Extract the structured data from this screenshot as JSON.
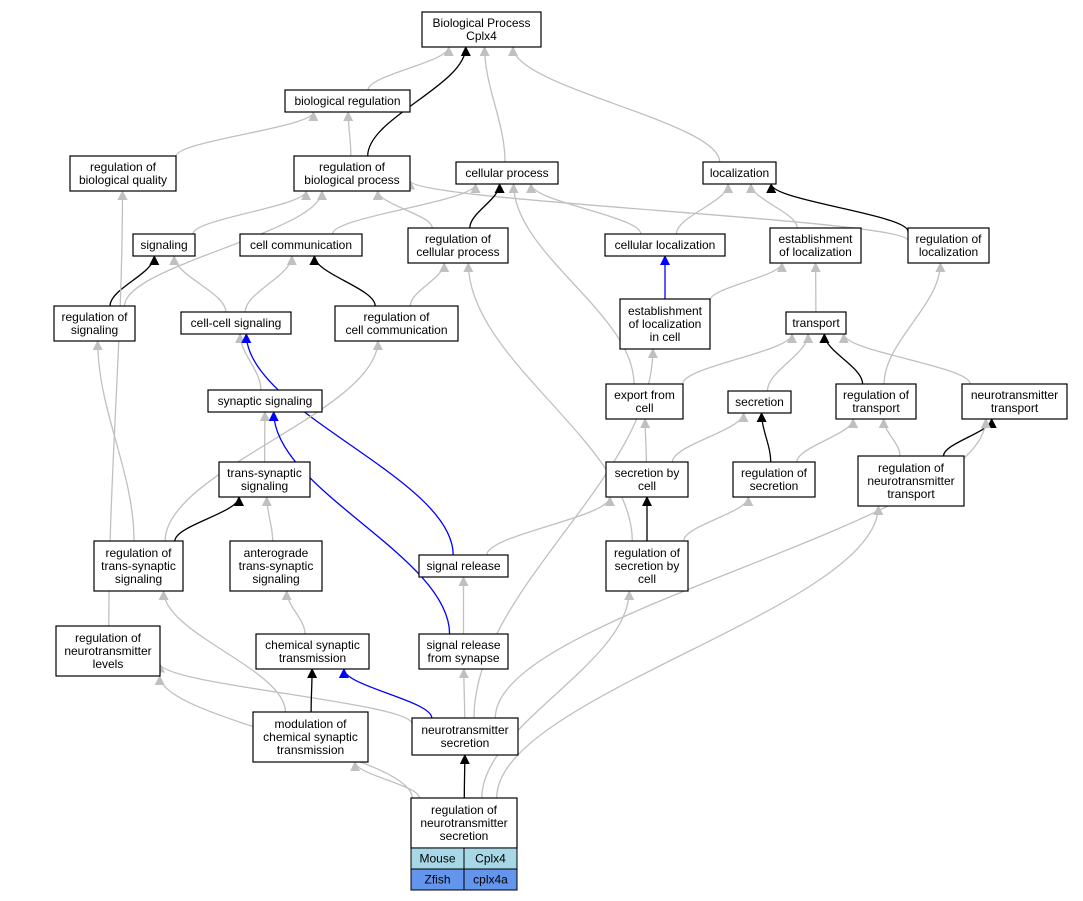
{
  "colors": {
    "gray_edge": "#c0c0c0",
    "black_edge": "#000000",
    "blue_edge": "#0000ff",
    "mouse_bg": "#a8d8e8",
    "zfish_bg": "#6495ed"
  },
  "nodes": [
    {
      "id": "bp",
      "lines": [
        "Biological Process",
        "Cplx4"
      ]
    },
    {
      "id": "bioreg",
      "lines": [
        "biological regulation"
      ]
    },
    {
      "id": "regbioq",
      "lines": [
        "regulation of",
        "biological quality"
      ]
    },
    {
      "id": "regbiop",
      "lines": [
        "regulation of",
        "biological process"
      ]
    },
    {
      "id": "cellproc",
      "lines": [
        "cellular process"
      ]
    },
    {
      "id": "local",
      "lines": [
        "localization"
      ]
    },
    {
      "id": "signaling",
      "lines": [
        "signaling"
      ]
    },
    {
      "id": "cellcomm",
      "lines": [
        "cell communication"
      ]
    },
    {
      "id": "regcellp",
      "lines": [
        "regulation of",
        "cellular process"
      ]
    },
    {
      "id": "cellloc",
      "lines": [
        "cellular localization"
      ]
    },
    {
      "id": "estloc",
      "lines": [
        "establishment",
        "of localization"
      ]
    },
    {
      "id": "regloc",
      "lines": [
        "regulation of",
        "localization"
      ]
    },
    {
      "id": "regsig",
      "lines": [
        "regulation of",
        "signaling"
      ]
    },
    {
      "id": "ccsig",
      "lines": [
        "cell-cell signaling"
      ]
    },
    {
      "id": "regcc",
      "lines": [
        "regulation of",
        "cell communication"
      ]
    },
    {
      "id": "estlocc",
      "lines": [
        "establishment",
        "of localization",
        "in cell"
      ]
    },
    {
      "id": "transport",
      "lines": [
        "transport"
      ]
    },
    {
      "id": "synsig",
      "lines": [
        "synaptic signaling"
      ]
    },
    {
      "id": "export",
      "lines": [
        "export from",
        "cell"
      ]
    },
    {
      "id": "secretion",
      "lines": [
        "secretion"
      ]
    },
    {
      "id": "regtrans",
      "lines": [
        "regulation of",
        "transport"
      ]
    },
    {
      "id": "ntt",
      "lines": [
        "neurotransmitter",
        "transport"
      ]
    },
    {
      "id": "tss",
      "lines": [
        "trans-synaptic",
        "signaling"
      ]
    },
    {
      "id": "secbc",
      "lines": [
        "secretion by",
        "cell"
      ]
    },
    {
      "id": "regsec",
      "lines": [
        "regulation of",
        "secretion"
      ]
    },
    {
      "id": "regntt",
      "lines": [
        "regulation of",
        "neurotransmitter",
        "transport"
      ]
    },
    {
      "id": "regtss",
      "lines": [
        "regulation of",
        "trans-synaptic",
        "signaling"
      ]
    },
    {
      "id": "atss",
      "lines": [
        "anterograde",
        "trans-synaptic",
        "signaling"
      ]
    },
    {
      "id": "sigrel",
      "lines": [
        "signal release"
      ]
    },
    {
      "id": "regsecbc",
      "lines": [
        "regulation of",
        "secretion by",
        "cell"
      ]
    },
    {
      "id": "regntl",
      "lines": [
        "regulation of",
        "neurotransmitter",
        "levels"
      ]
    },
    {
      "id": "chemsyn",
      "lines": [
        "chemical synaptic",
        "transmission"
      ]
    },
    {
      "id": "sigrelsyn",
      "lines": [
        "signal release",
        "from synapse"
      ]
    },
    {
      "id": "modchem",
      "lines": [
        "modulation of",
        "chemical synaptic",
        "transmission"
      ]
    },
    {
      "id": "nts",
      "lines": [
        "neurotransmitter",
        "secretion"
      ]
    },
    {
      "id": "regnts",
      "lines": [
        "regulation of",
        "neurotransmitter",
        "secretion"
      ]
    }
  ],
  "legend": [
    {
      "species": "Mouse",
      "gene": "Cplx4",
      "color": "#a8d8e8"
    },
    {
      "species": "Zfish",
      "gene": "cplx4a",
      "color": "#6495ed"
    }
  ],
  "edges": [
    {
      "from": "bioreg",
      "to": "bp",
      "color": "gray"
    },
    {
      "from": "regbiop",
      "to": "bp",
      "color": "black"
    },
    {
      "from": "cellproc",
      "to": "bp",
      "color": "gray"
    },
    {
      "from": "local",
      "to": "bp",
      "color": "gray"
    },
    {
      "from": "regbioq",
      "to": "bioreg",
      "color": "gray"
    },
    {
      "from": "regbiop",
      "to": "bioreg",
      "color": "gray"
    },
    {
      "from": "signaling",
      "to": "regbiop",
      "color": "gray"
    },
    {
      "from": "regcellp",
      "to": "regbiop",
      "color": "gray"
    },
    {
      "from": "regloc",
      "to": "regbiop",
      "color": "gray"
    },
    {
      "from": "regsig",
      "to": "regbiop",
      "color": "gray"
    },
    {
      "from": "cellcomm",
      "to": "cellproc",
      "color": "gray"
    },
    {
      "from": "regcellp",
      "to": "cellproc",
      "color": "black"
    },
    {
      "from": "cellloc",
      "to": "cellproc",
      "color": "gray"
    },
    {
      "from": "export",
      "to": "cellproc",
      "color": "gray"
    },
    {
      "from": "cellloc",
      "to": "local",
      "color": "gray"
    },
    {
      "from": "estloc",
      "to": "local",
      "color": "gray"
    },
    {
      "from": "regloc",
      "to": "local",
      "color": "black"
    },
    {
      "from": "regsig",
      "to": "signaling",
      "color": "black"
    },
    {
      "from": "ccsig",
      "to": "signaling",
      "color": "gray"
    },
    {
      "from": "ccsig",
      "to": "cellcomm",
      "color": "gray"
    },
    {
      "from": "regcc",
      "to": "cellcomm",
      "color": "black"
    },
    {
      "from": "regcc",
      "to": "regcellp",
      "color": "gray"
    },
    {
      "from": "regsecbc",
      "to": "regcellp",
      "color": "gray"
    },
    {
      "from": "estlocc",
      "to": "cellloc",
      "color": "blue"
    },
    {
      "from": "estlocc",
      "to": "estloc",
      "color": "gray"
    },
    {
      "from": "transport",
      "to": "estloc",
      "color": "gray"
    },
    {
      "from": "regtrans",
      "to": "regloc",
      "color": "gray"
    },
    {
      "from": "regtss",
      "to": "regsig",
      "color": "gray"
    },
    {
      "from": "synsig",
      "to": "ccsig",
      "color": "gray"
    },
    {
      "from": "sigrel",
      "to": "ccsig",
      "color": "blue"
    },
    {
      "from": "regtss",
      "to": "regcc",
      "color": "gray"
    },
    {
      "from": "nts",
      "to": "estlocc",
      "color": "gray"
    },
    {
      "from": "export",
      "to": "transport",
      "color": "gray"
    },
    {
      "from": "secretion",
      "to": "transport",
      "color": "gray"
    },
    {
      "from": "regtrans",
      "to": "transport",
      "color": "black"
    },
    {
      "from": "ntt",
      "to": "transport",
      "color": "gray"
    },
    {
      "from": "tss",
      "to": "synsig",
      "color": "gray"
    },
    {
      "from": "sigrelsyn",
      "to": "synsig",
      "color": "blue"
    },
    {
      "from": "secbc",
      "to": "export",
      "color": "gray"
    },
    {
      "from": "secbc",
      "to": "secretion",
      "color": "gray"
    },
    {
      "from": "regsec",
      "to": "secretion",
      "color": "black"
    },
    {
      "from": "regsec",
      "to": "regtrans",
      "color": "gray"
    },
    {
      "from": "regntt",
      "to": "regtrans",
      "color": "gray"
    },
    {
      "from": "regntt",
      "to": "ntt",
      "color": "black"
    },
    {
      "from": "nts",
      "to": "ntt",
      "color": "gray"
    },
    {
      "from": "regtss",
      "to": "tss",
      "color": "black"
    },
    {
      "from": "atss",
      "to": "tss",
      "color": "gray"
    },
    {
      "from": "sigrel",
      "to": "secbc",
      "color": "gray"
    },
    {
      "from": "regsecbc",
      "to": "secbc",
      "color": "black"
    },
    {
      "from": "regsecbc",
      "to": "regsec",
      "color": "gray"
    },
    {
      "from": "regnts",
      "to": "regntt",
      "color": "gray"
    },
    {
      "from": "modchem",
      "to": "regtss",
      "color": "gray"
    },
    {
      "from": "chemsyn",
      "to": "atss",
      "color": "gray"
    },
    {
      "from": "sigrelsyn",
      "to": "sigrel",
      "color": "gray"
    },
    {
      "from": "regnts",
      "to": "regsecbc",
      "color": "gray"
    },
    {
      "from": "regntl",
      "to": "regbioq",
      "color": "gray"
    },
    {
      "from": "nts",
      "to": "regntl",
      "color": "gray"
    },
    {
      "from": "regnts",
      "to": "regntl",
      "color": "gray"
    },
    {
      "from": "modchem",
      "to": "chemsyn",
      "color": "black"
    },
    {
      "from": "nts",
      "to": "chemsyn",
      "color": "blue"
    },
    {
      "from": "nts",
      "to": "sigrelsyn",
      "color": "gray"
    },
    {
      "from": "regnts",
      "to": "modchem",
      "color": "gray"
    },
    {
      "from": "regnts",
      "to": "nts",
      "color": "black"
    }
  ]
}
